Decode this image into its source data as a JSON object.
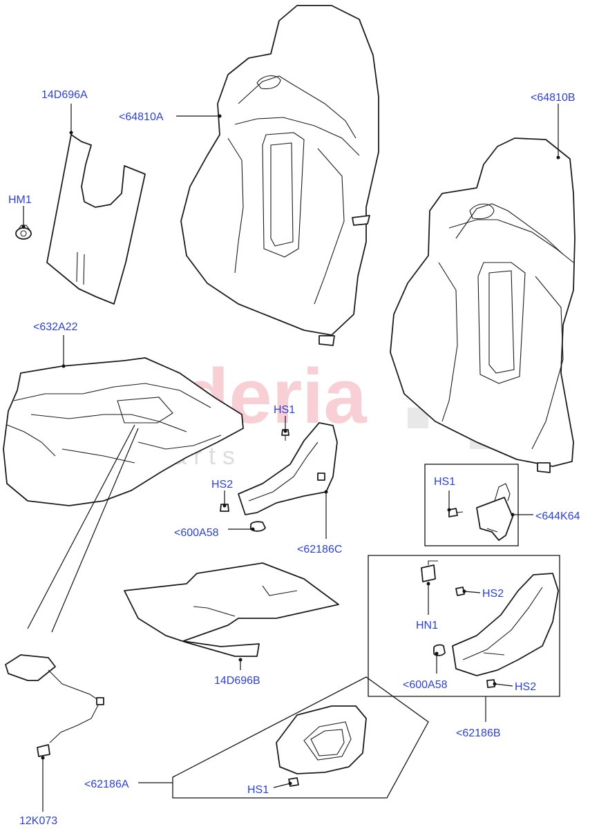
{
  "diagram": {
    "watermark": {
      "main": "scuderia",
      "sub": "c a r   p a r t s"
    },
    "labels": [
      {
        "id": "14D696A",
        "text": "14D696A"
      },
      {
        "id": "64810A",
        "text": "<64810A"
      },
      {
        "id": "64810B",
        "text": "<64810B"
      },
      {
        "id": "HM1",
        "text": "HM1"
      },
      {
        "id": "632A22",
        "text": "<632A22"
      },
      {
        "id": "HS1-a",
        "text": "HS1"
      },
      {
        "id": "HS2-a",
        "text": "HS2"
      },
      {
        "id": "600A58-a",
        "text": "<600A58"
      },
      {
        "id": "62186C",
        "text": "<62186C"
      },
      {
        "id": "HS1-b",
        "text": "HS1"
      },
      {
        "id": "644K64",
        "text": "<644K64"
      },
      {
        "id": "HS2-b",
        "text": "HS2"
      },
      {
        "id": "HN1",
        "text": "HN1"
      },
      {
        "id": "600A58-b",
        "text": "<600A58"
      },
      {
        "id": "HS2-c",
        "text": "HS2"
      },
      {
        "id": "62186B",
        "text": "<62186B"
      },
      {
        "id": "14D696B",
        "text": "14D696B"
      },
      {
        "id": "62186A",
        "text": "<62186A"
      },
      {
        "id": "HS1-c",
        "text": "HS1"
      },
      {
        "id": "12K073",
        "text": "12K073"
      }
    ]
  }
}
